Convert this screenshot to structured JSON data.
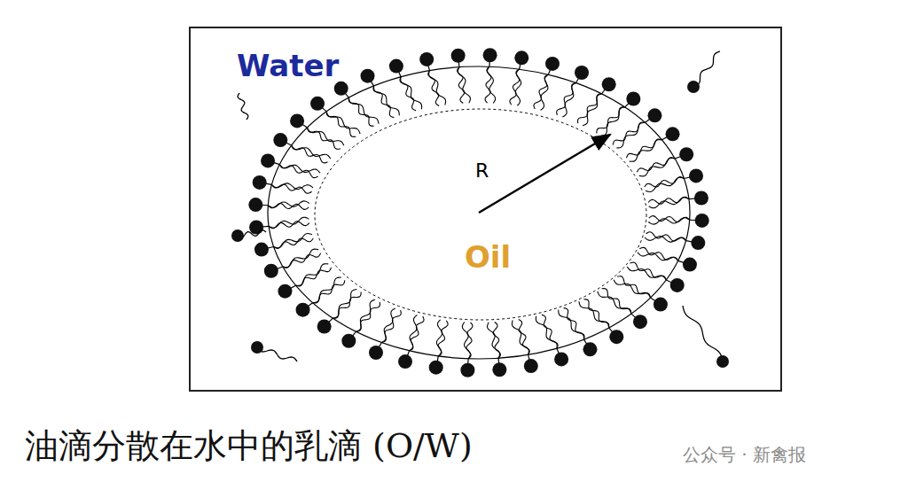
{
  "diagram": {
    "caption": "油滴分散在水中的乳滴 (O/W)",
    "nodes": [
      {
        "text": [
          "Water"
        ]
      },
      {
        "text": [
          "Oil"
        ],
        "in": 0
      }
    ],
    "labels": [
      "R",
      "公众号 · 新禽报"
    ]
  }
}
